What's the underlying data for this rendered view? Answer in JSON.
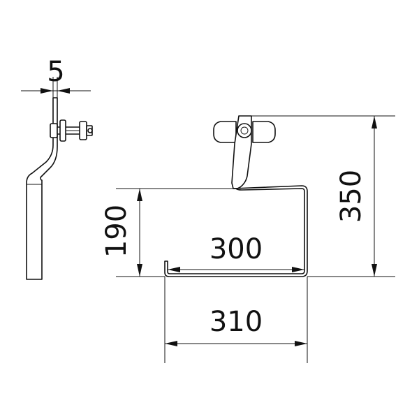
{
  "drawing": {
    "dimensions": {
      "thickness": "5",
      "overall_height": "350",
      "inner_height": "190",
      "inner_width": "300",
      "outer_width": "310"
    }
  }
}
